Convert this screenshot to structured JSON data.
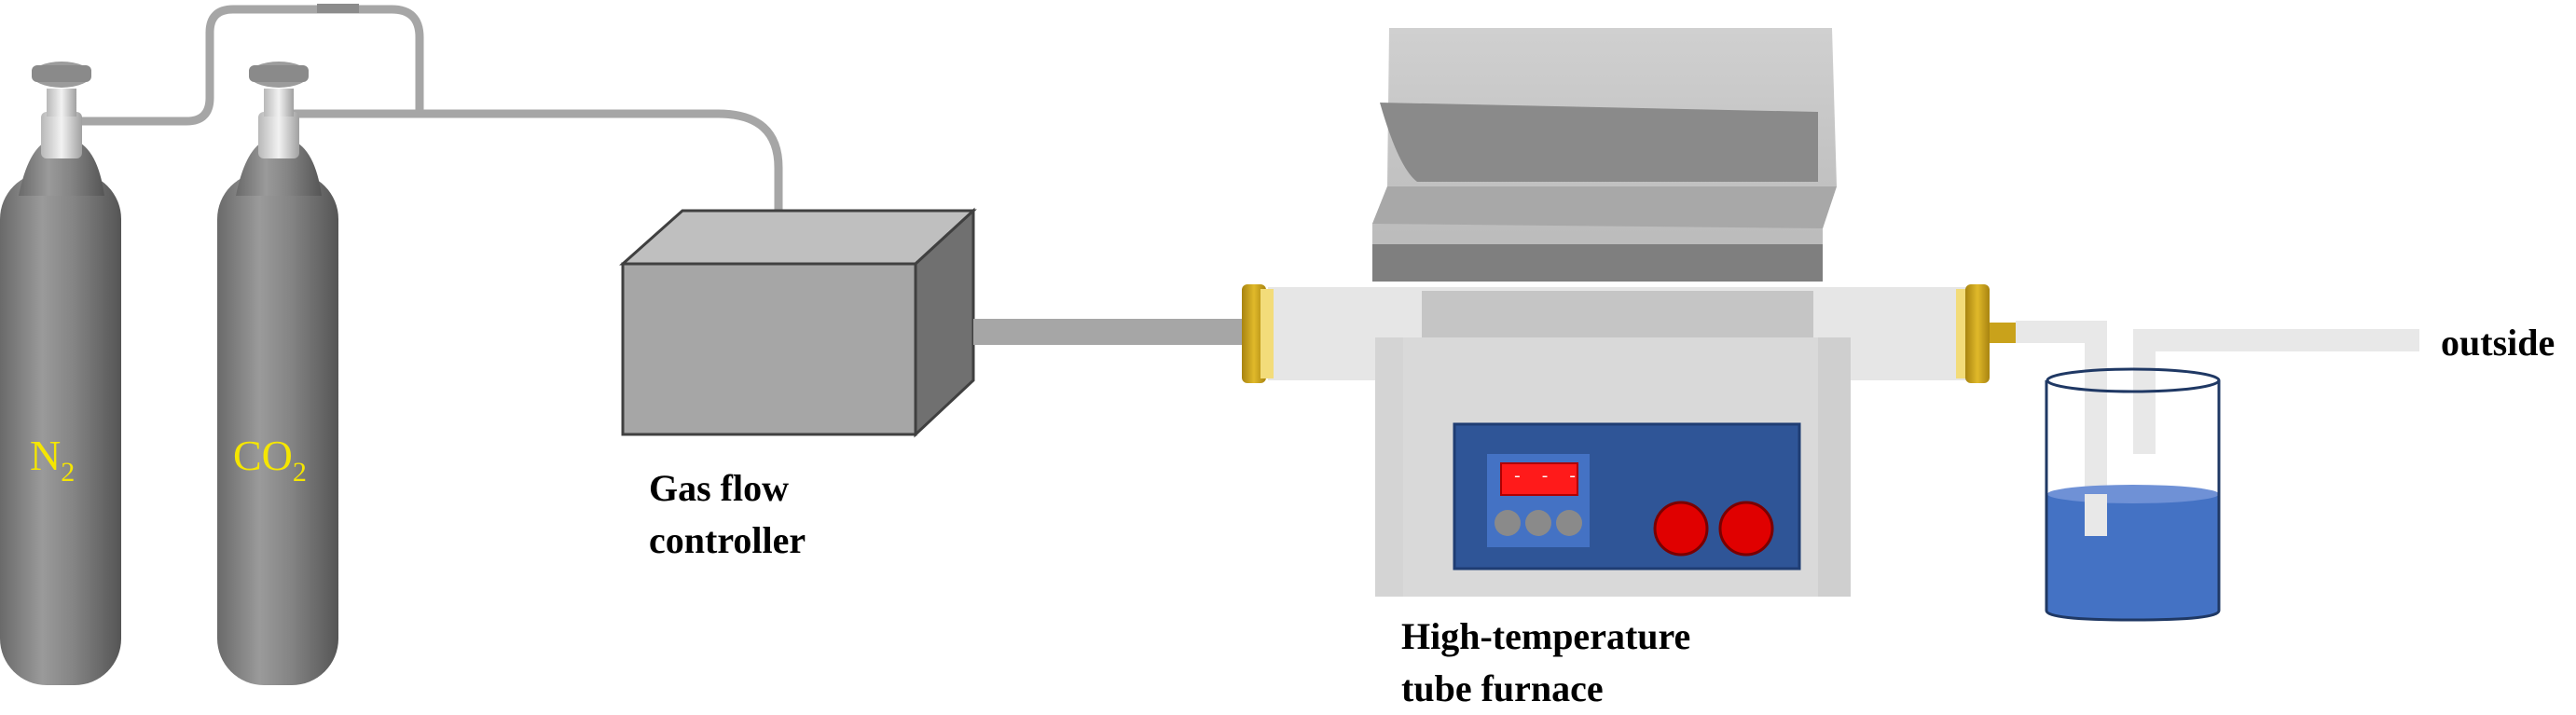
{
  "cylinders": [
    {
      "id": "n2",
      "formula": "N",
      "subscript": "2"
    },
    {
      "id": "co2",
      "formula": "CO",
      "subscript": "2"
    }
  ],
  "labels": {
    "gas_flow_line1": "Gas flow",
    "gas_flow_line2": "controller",
    "furnace_line1": "High-temperature",
    "furnace_line2": "tube furnace",
    "outside": "outside"
  },
  "display_readout": "- - -",
  "colors": {
    "cylinder": "#7a7a7a",
    "pipe": "#a6a6a6",
    "gas_label": "#f5e600",
    "furnace_panel": "#2f5597",
    "flange": "#c9a21b",
    "water": "#4472c4",
    "knob": "#e00000"
  }
}
